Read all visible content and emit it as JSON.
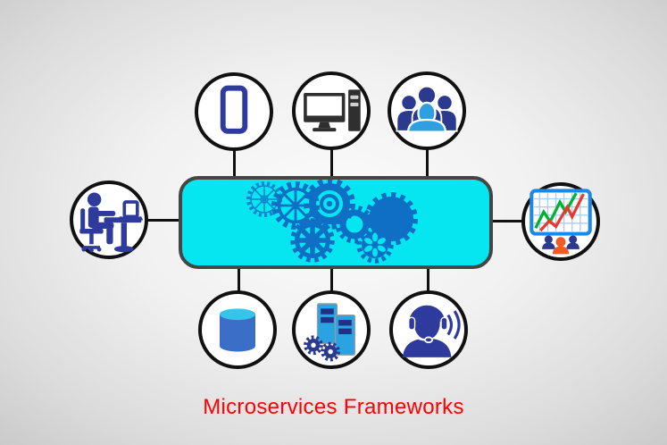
{
  "title": {
    "text": "Microservices Frameworks"
  },
  "colors": {
    "title-red": "#ff0000",
    "hub-fill": "#05e6f1",
    "hub-border": "#454545",
    "gear-blue": "#0e6fc5",
    "node-fill": "#ffffff",
    "node-border": "#111111",
    "connector": "#111111",
    "indigo": "#2e3b9d",
    "navy": "#2b3a8f",
    "light-blue": "#2e9fe0",
    "computer-dark": "#2f2f2f",
    "chart-frame": "#1e88e5",
    "chart-green": "#00b22d",
    "chart-red": "#e8392f",
    "orange": "#f15a24",
    "db-body": "#3b6fc7",
    "db-top": "#35c5ea",
    "server-body": "#2aa3e2",
    "server-slot": "#203087"
  },
  "hub": {
    "label": "microservices hub with gears"
  },
  "nodes": [
    {
      "id": "smartphone",
      "label": "smartphone"
    },
    {
      "id": "desktop-computer",
      "label": "desktop computer"
    },
    {
      "id": "user-group",
      "label": "user group"
    },
    {
      "id": "developer-workstation",
      "label": "person working at desk with laptop"
    },
    {
      "id": "analytics-presentation",
      "label": "analytics chart with team"
    },
    {
      "id": "database",
      "label": "database"
    },
    {
      "id": "servers-gears",
      "label": "servers with gears"
    },
    {
      "id": "support-agent",
      "label": "support agent with headset"
    }
  ]
}
